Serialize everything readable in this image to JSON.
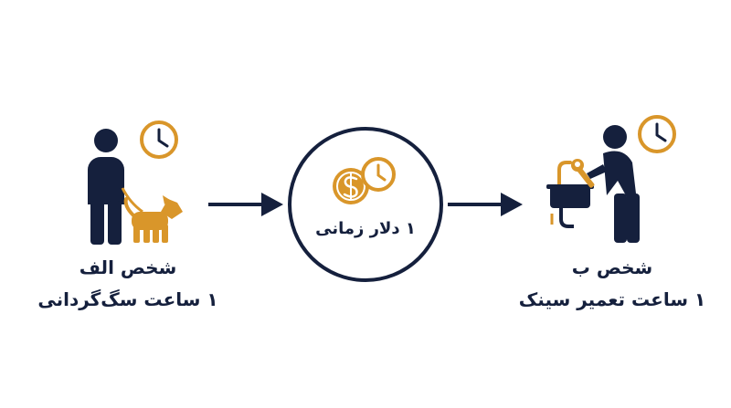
{
  "colors": {
    "navy": "#15203d",
    "gold": "#d9962a"
  },
  "person_a": {
    "name": "شخص الف",
    "service": "۱ ساعت سگ‌گردانی",
    "icons": [
      "person-icon",
      "dog-icon",
      "clock-icon"
    ]
  },
  "exchange": {
    "label": "۱ دلار زمانی",
    "icons": [
      "coin-icon",
      "clock-icon"
    ]
  },
  "person_b": {
    "name": "شخص ب",
    "service": "۱ ساعت تعمیر سینک",
    "icons": [
      "plumber-icon",
      "sink-icon",
      "wrench-icon",
      "clock-icon"
    ]
  }
}
